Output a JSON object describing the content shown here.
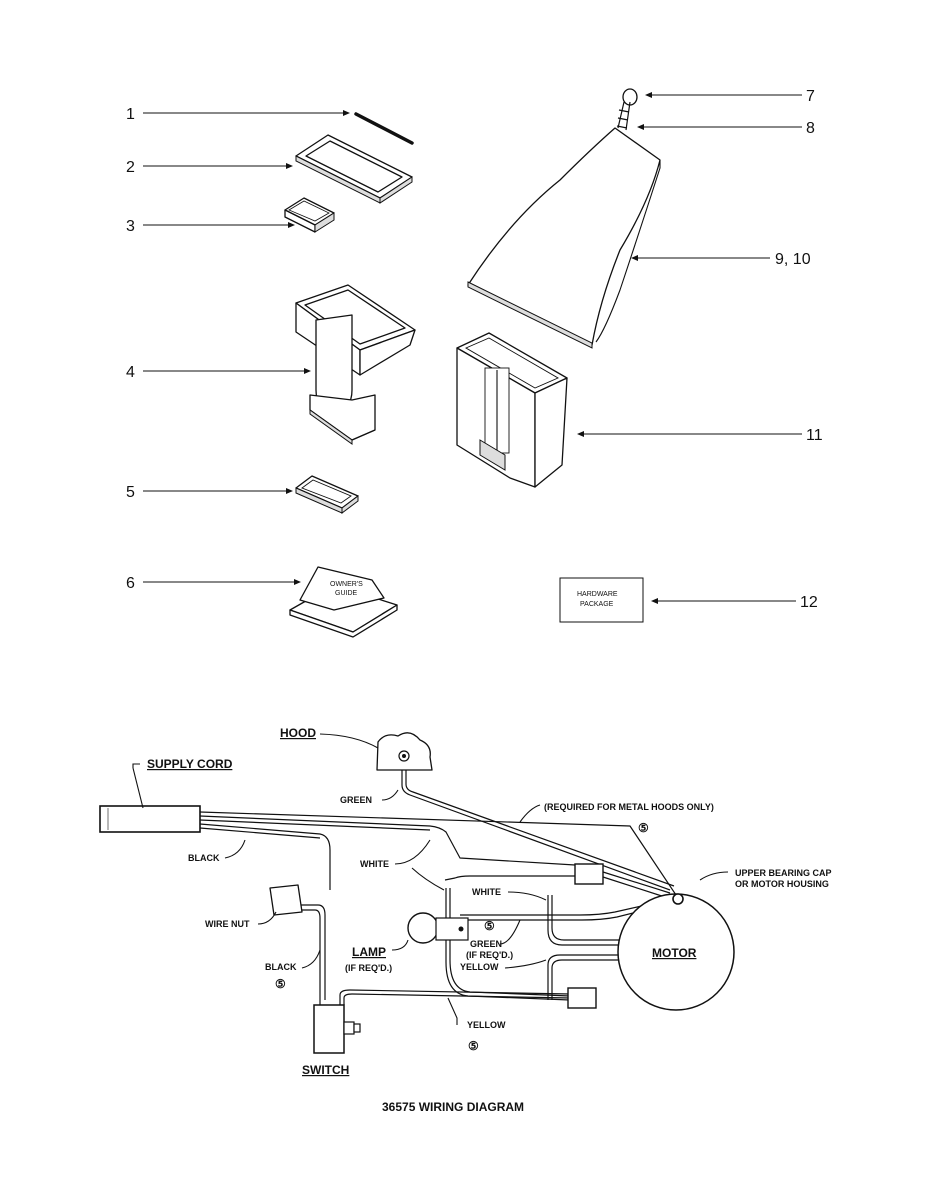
{
  "callouts": {
    "c1": "1",
    "c2": "2",
    "c3": "3",
    "c4": "4",
    "c5": "5",
    "c6": "6",
    "c7": "7",
    "c8": "8",
    "c9": "9, 10",
    "c11": "11",
    "c12": "12"
  },
  "parts_labels": {
    "owners_guide_line1": "OWNER'S",
    "owners_guide_line2": "GUIDE",
    "hardware_line1": "HARDWARE",
    "hardware_line2": "PACKAGE"
  },
  "wiring": {
    "hood": "HOOD",
    "supply_cord": "SUPPLY CORD",
    "green_top": "GREEN",
    "required_note": "(REQUIRED FOR METAL HOODS ONLY)",
    "black_top": "BLACK",
    "white_1": "WHITE",
    "white_2": "WHITE",
    "upper_bearing_1": "UPPER BEARING CAP",
    "upper_bearing_2": "OR MOTOR HOUSING",
    "wire_nut": "WIRE NUT",
    "lamp": "LAMP",
    "lamp_req": "(IF REQ'D.)",
    "green_2": "GREEN",
    "green_req": "(IF REQ'D.)",
    "yellow_1": "YELLOW",
    "motor": "MOTOR",
    "black_2": "BLACK",
    "yellow_2": "YELLOW",
    "switch": "SWITCH",
    "ground_symbol": "⑤",
    "title": "36575 WIRING DIAGRAM"
  }
}
